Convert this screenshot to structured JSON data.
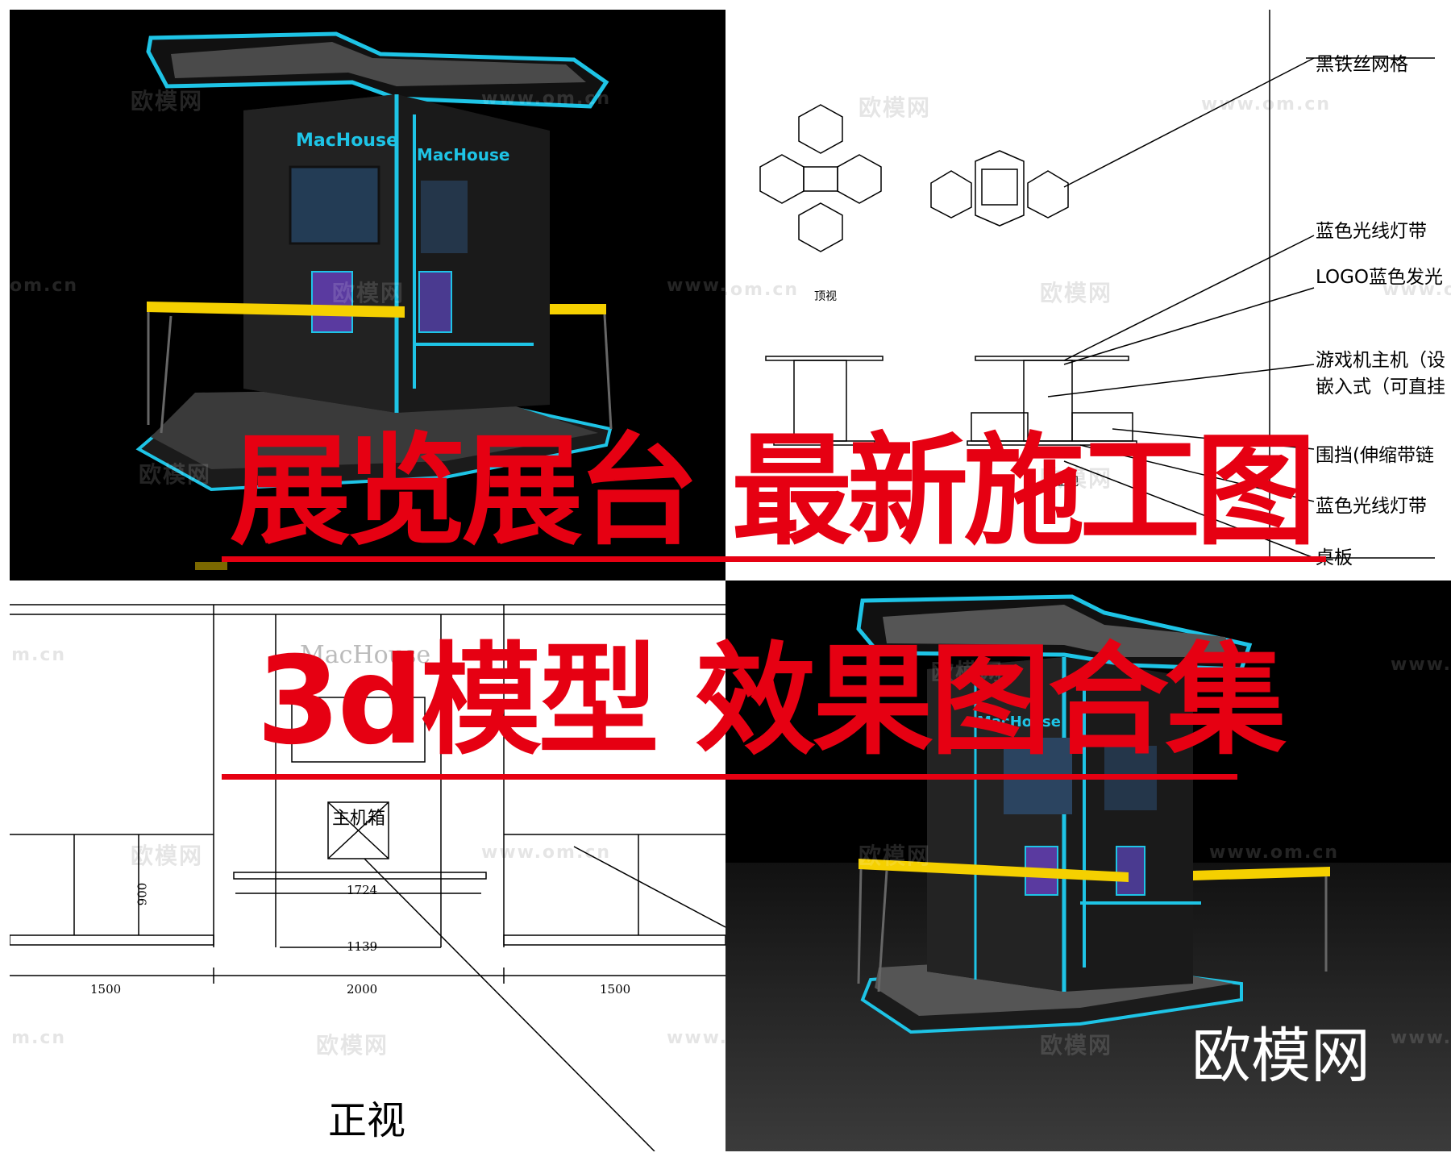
{
  "headline": {
    "line1": "展览展台 最新施工图",
    "line2": "3d模型 效果图合集"
  },
  "brand": "欧模网",
  "watermark": {
    "text": "欧模网",
    "url": "www.om.cn",
    "url_short": "om.cn"
  },
  "booth_logo": "MacHouse",
  "plan_drawing": {
    "top_view_label": "顶视",
    "front_view_small_label": "正视",
    "callouts": [
      "黑铁丝网格",
      "蓝色光线灯带",
      "LOGO蓝色发光",
      "游戏机主机（设",
      "嵌入式（可直挂",
      "围挡(伸缩带链",
      "蓝色光线灯带",
      "桌板"
    ]
  },
  "front_elevation": {
    "host_box_label": "主机箱",
    "dimensions": [
      "1500",
      "2000",
      "1500",
      "900",
      "1724",
      "1139"
    ],
    "view_label": "正视"
  },
  "colors": {
    "accent_red": "#e60012",
    "neon_blue": "#1ec4e6",
    "hazard_yellow": "#f5d000"
  }
}
